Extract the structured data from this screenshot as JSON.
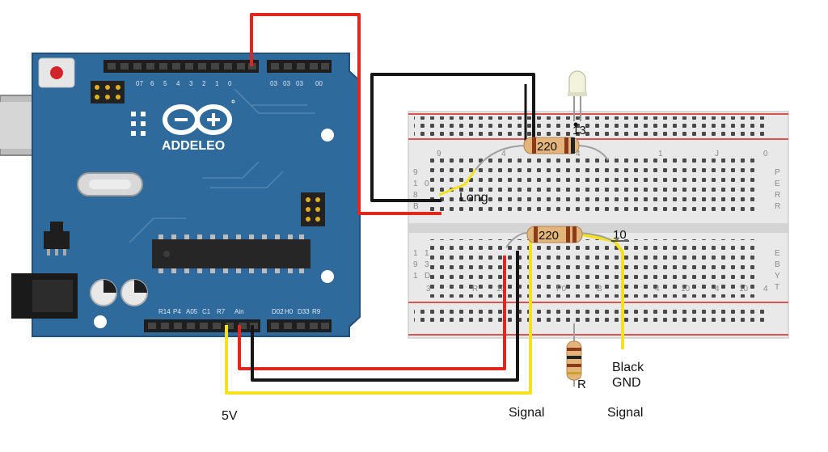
{
  "colors": {
    "board_blue": "#2e6a9c",
    "board_edge": "#244f78",
    "wire_red": "#e0261f",
    "wire_black": "#161616",
    "wire_yellow": "#f5e11d",
    "breadboard": "#e9e9e9",
    "rail_red": "#d9534f",
    "resistor_body": "#e3b57a"
  },
  "board": {
    "brand": "ADDELEO",
    "reg_mark": "°",
    "top_pin_labels": [
      "07",
      "6",
      "5",
      "4",
      "3",
      "2",
      "1",
      "0",
      "03",
      "03",
      "03",
      "00"
    ],
    "bottom_pin_labels": [
      "R14",
      "P4",
      "A05",
      "C1",
      "R7",
      "Ain",
      "D02",
      "H0",
      "D33",
      "R9"
    ]
  },
  "breadboard": {
    "left_letters": [
      "9",
      "1",
      "8",
      "B",
      "1",
      "9",
      "1",
      "1",
      "3",
      "D",
      "0"
    ],
    "right_letters": [
      "P",
      "E",
      "R",
      "R",
      "E",
      "B",
      "Y",
      "T"
    ],
    "row_numbers_top": [
      "9",
      "4",
      "4",
      "1",
      "J",
      "0"
    ],
    "row_numbers_bottom": [
      "3",
      "R",
      "10",
      "P0",
      "B",
      "4",
      "10",
      "4",
      "10",
      "4"
    ]
  },
  "components": {
    "resistor_top_label": "220",
    "resistor_mid_label": "220",
    "resistor_mid_note": "10",
    "led_pin_label": "13",
    "resistor_bottom_label": "R"
  },
  "labels": {
    "long": "Long",
    "five_v": "5V",
    "signal_left": "Signal",
    "signal_right": "Signal",
    "black": "Black",
    "gnd": "GND"
  }
}
